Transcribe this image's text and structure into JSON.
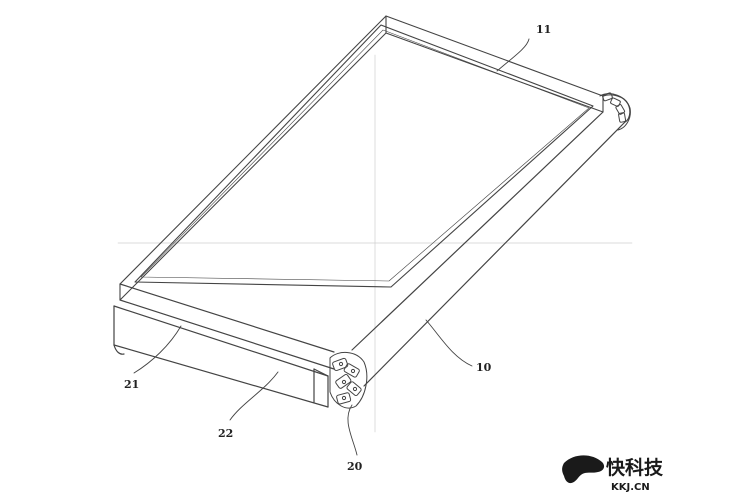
{
  "figure": {
    "labels": {
      "part_10": "10",
      "part_11": "11",
      "part_20": "20",
      "part_21": "21",
      "part_22": "22"
    }
  },
  "watermark": {
    "name": "快科技",
    "domain": "KKJ.CN"
  },
  "colors": {
    "line": "#444444",
    "faint": "#c8c8c8",
    "background": "#ffffff"
  }
}
